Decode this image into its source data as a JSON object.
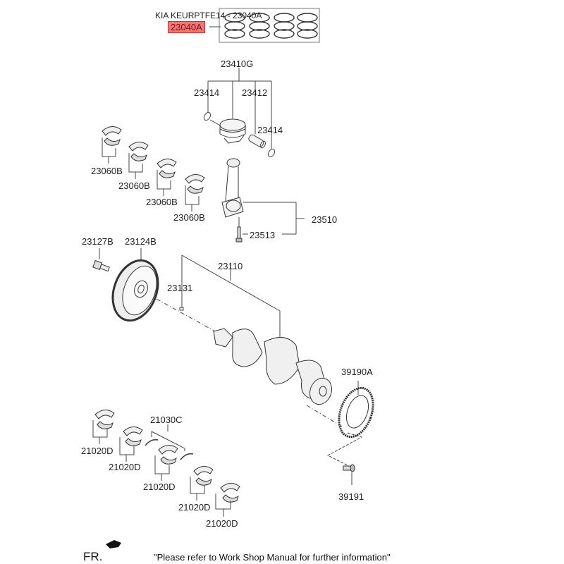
{
  "diagram": {
    "title_ref": "KIA KEURPTFE14 - 23040A",
    "highlighted_part": "23040A",
    "parts": {
      "piston_ring_set": "23040A",
      "piston_assembly": "23410G",
      "snap_ring_left": "23414",
      "piston_pin": "23412",
      "snap_ring_right": "23414",
      "conrod_bearing_1": "23060B",
      "conrod_bearing_2": "23060B",
      "conrod_bearing_3": "23060B",
      "conrod_bearing_4": "23060B",
      "connecting_rod": "23510",
      "conrod_bolt": "23513",
      "pulley_bolt": "23127B",
      "damper_pulley": "23124B",
      "crankshaft": "23110",
      "key": "23131",
      "drive_plate": "39190A",
      "plate_bolt": "39191",
      "thrust_bearing": "21030C",
      "main_bearing_1": "21020D",
      "main_bearing_2": "21020D",
      "main_bearing_3": "21020D",
      "main_bearing_4": "21020D",
      "main_bearing_5": "21020D"
    },
    "front_indicator": "FR.",
    "footnote": "\"Please refer to Work Shop Manual for further information\""
  }
}
